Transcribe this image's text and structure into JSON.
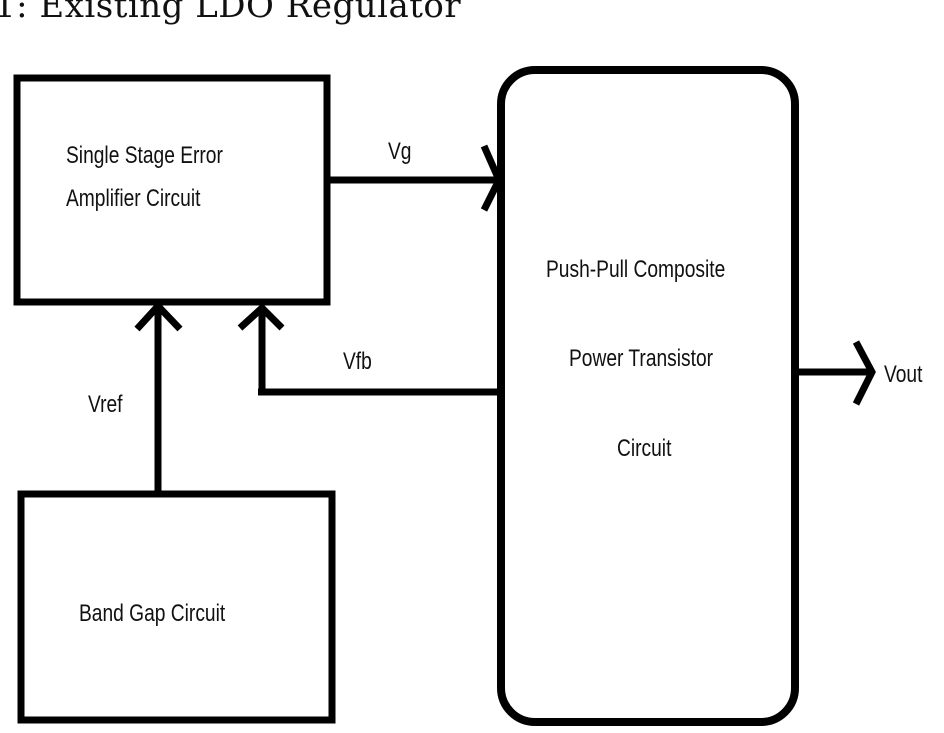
{
  "title": "1: Existing LDO Regulator",
  "blocks": {
    "error_amp": {
      "line1": "Single Stage Error",
      "line2": "Amplifier Circuit"
    },
    "band_gap": {
      "label": "Band Gap Circuit"
    },
    "power_transistor": {
      "line1": "Push-Pull Composite",
      "line2": "Power Transistor",
      "line3": "Circuit"
    }
  },
  "signals": {
    "vg": "Vg",
    "vfb": "Vfb",
    "vref": "Vref",
    "vout": "Vout"
  }
}
